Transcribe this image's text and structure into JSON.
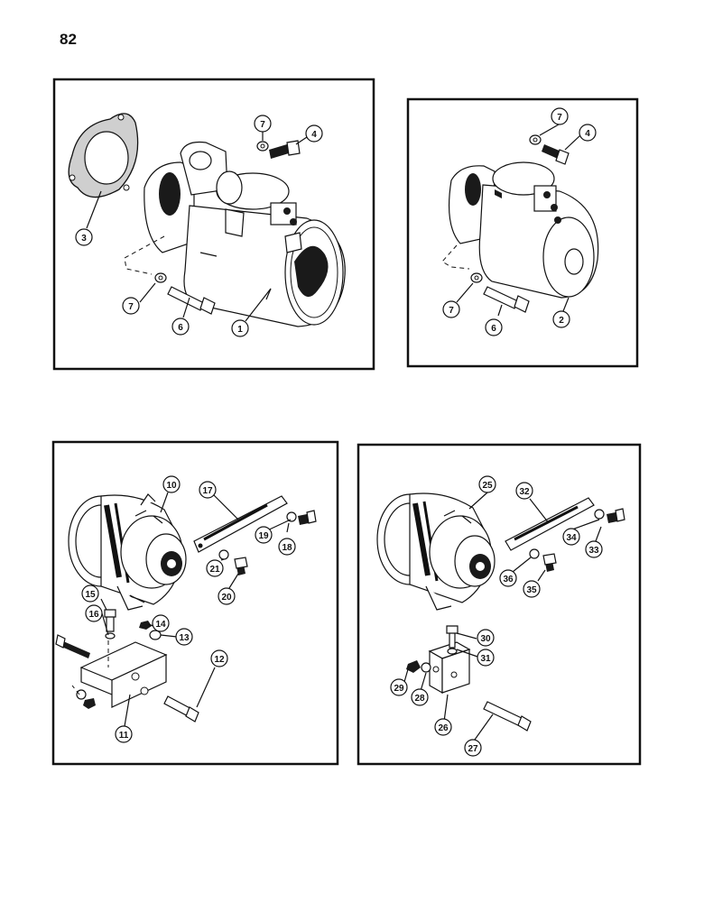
{
  "page": {
    "number": "82"
  },
  "panels": [
    {
      "id": "starter-a",
      "callouts": [
        "1",
        "3",
        "4",
        "6",
        "7",
        "7"
      ]
    },
    {
      "id": "starter-b",
      "callouts": [
        "2",
        "4",
        "6",
        "7",
        "7"
      ]
    },
    {
      "id": "alternator-a",
      "callouts": [
        "10",
        "11",
        "12",
        "13",
        "14",
        "15",
        "16",
        "17",
        "18",
        "19",
        "20",
        "21"
      ]
    },
    {
      "id": "alternator-b",
      "callouts": [
        "25",
        "26",
        "27",
        "28",
        "29",
        "30",
        "31",
        "32",
        "33",
        "34",
        "35",
        "36"
      ]
    }
  ]
}
